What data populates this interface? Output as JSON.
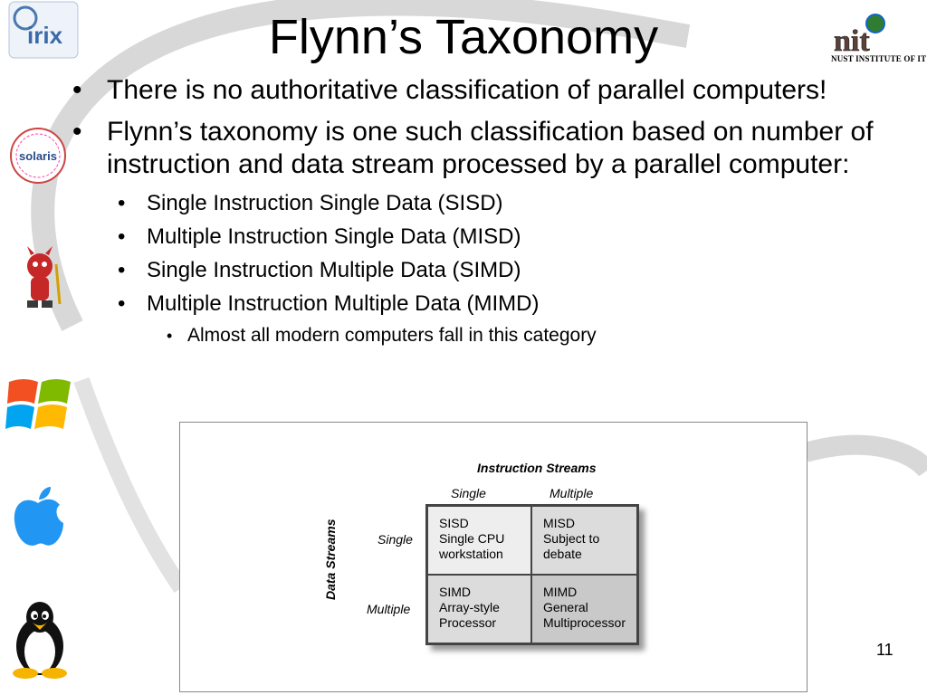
{
  "slide": {
    "title": "Flynn’s Taxonomy",
    "page_number": "11"
  },
  "logos": {
    "top_left_text": "irix",
    "solaris_text": "solaris",
    "nit_text": "NUST INSTITUTE OF IT",
    "nit_mark": "nit"
  },
  "bullets": [
    {
      "text": "There is no authoritative classification of parallel computers!"
    },
    {
      "text": "Flynn’s taxonomy is one such classification based on number of instruction and data stream processed by a parallel computer:"
    }
  ],
  "sub_bullets": [
    {
      "text": "Single Instruction Single Data (SISD)"
    },
    {
      "text": "Multiple Instruction Single Data (MISD)"
    },
    {
      "text": "Single Instruction Multiple Data (SIMD)"
    },
    {
      "text": "Multiple Instruction Multiple Data (MIMD)"
    }
  ],
  "sub_sub_bullets": [
    {
      "text": "Almost all modern computers fall in this category"
    }
  ],
  "figure": {
    "title": "Instruction Streams",
    "col_headers": [
      "Single",
      "Multiple"
    ],
    "row_axis_label": "Data Streams",
    "row_headers": [
      "Single",
      "Multiple"
    ],
    "cells": [
      [
        "SISD",
        "Single CPU",
        "workstation"
      ],
      [
        "MISD",
        "Subject to",
        "debate"
      ],
      [
        "SIMD",
        "Array-style",
        "Processor"
      ],
      [
        "MIMD",
        "General",
        "Multiprocessor"
      ]
    ]
  }
}
